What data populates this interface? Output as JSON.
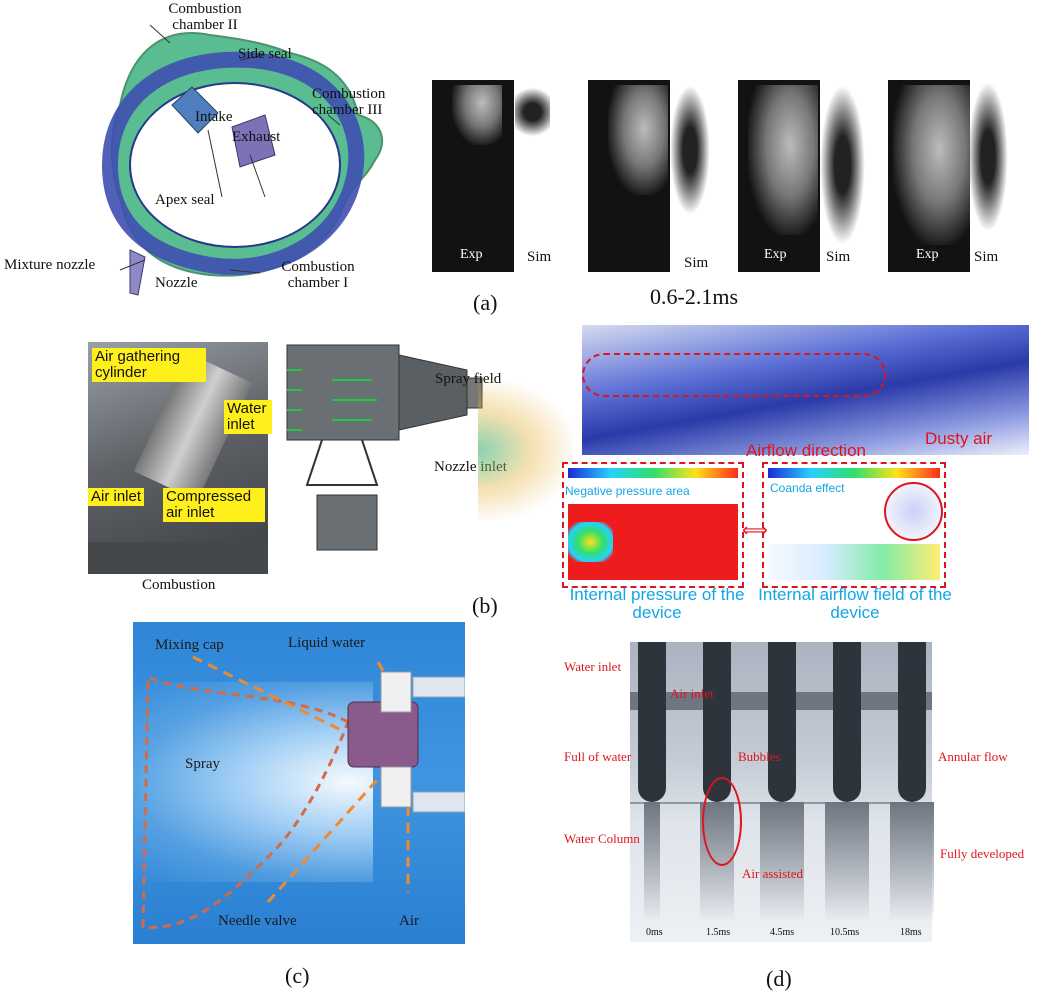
{
  "panel_a": {
    "caption": "(a)",
    "time_range": "0.6-2.1ms",
    "labels": {
      "chamber_ii": "Combustion chamber II",
      "side_seal": "Side seal",
      "chamber_iii": "Combustion chamber III",
      "intake": "Intake",
      "exhaust": "Exhaust",
      "apex_seal": "Apex seal",
      "mixture_nozzle": "Mixture nozzle",
      "nozzle": "Nozzle",
      "chamber_i": "Combustion chamber I"
    },
    "frames": [
      {
        "exp": "Exp",
        "sim": "Sim"
      },
      {
        "exp": "",
        "sim": "Sim"
      },
      {
        "exp": "Exp",
        "sim": "Sim"
      },
      {
        "exp": "Exp",
        "sim": "Sim"
      }
    ]
  },
  "panel_b": {
    "caption": "(b)",
    "labels": {
      "air_gathering": "Air gathering cylinder",
      "water_inlet": "Water inlet",
      "air_inlet": "Air inlet",
      "compressed_air": "Compressed air inlet",
      "combustion": "Combustion",
      "spray_field": "Spray field",
      "nozzle_inlet": "Nozzle inlet",
      "dusty_air": "Dusty air",
      "airflow_direction": "Airflow direction",
      "negative_pressure": "Negative pressure area",
      "coanda": "Coanda effect",
      "internal_pressure": "Internal pressure of the device",
      "internal_airflow": "Internal airflow field of the device"
    }
  },
  "panel_c": {
    "caption": "(c)",
    "labels": {
      "mixing_cap": "Mixing cap",
      "liquid_water": "Liquid water",
      "spray": "Spray",
      "needle_valve": "Needle valve",
      "air": "Air"
    }
  },
  "panel_d": {
    "caption": "(d)",
    "labels": {
      "water_inlet": "Water inlet",
      "air_inlet": "Air inlet",
      "full_of_water": "Full of water",
      "bubbles": "Bubbles",
      "annular_flow": "Annular flow",
      "water_column": "Water Column",
      "air_assisted": "Air assisted",
      "fully_developed": "Fully developed"
    },
    "times": [
      "0ms",
      "1.5ms",
      "4.5ms",
      "10.5ms",
      "18ms"
    ]
  },
  "colors": {
    "chamber_green": "#3db27e",
    "chamber_blue": "#3f4fb0",
    "annotation_red": "#e0141e",
    "annotation_blue": "#12a6e6",
    "highlight_yellow": "#ffef1a",
    "spray_bg": "#2f86d8"
  }
}
